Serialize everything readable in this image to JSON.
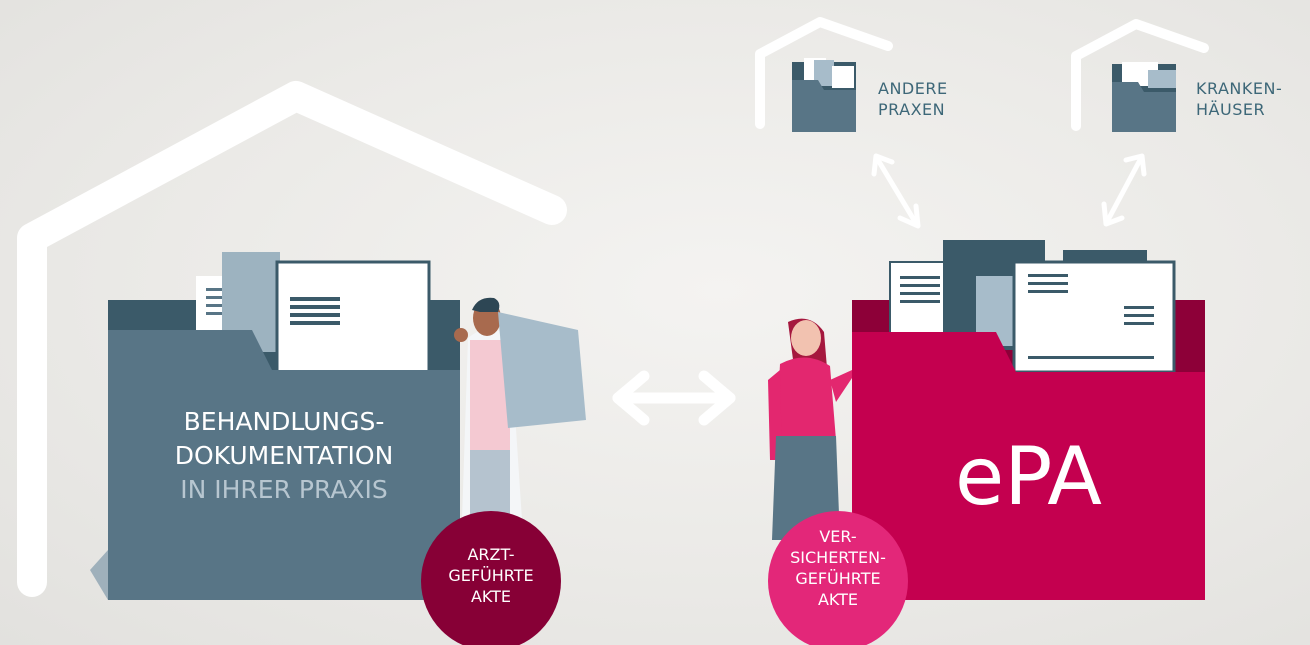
{
  "left_folder": {
    "line1": "BEHANDLUNGS-",
    "line2": "DOKUMENTATION",
    "line3": "IN IHRER PRAXIS"
  },
  "left_badge": {
    "line1": "ARZT-",
    "line2": "GEFÜHRTE",
    "line3": "AKTE"
  },
  "right_folder": {
    "label": "ePA"
  },
  "right_badge": {
    "line1": "VER-",
    "line2": "SICHERTEN-",
    "line3": "GEFÜHRTE",
    "line4": "AKTE"
  },
  "other_practices": {
    "line1": "ANDERE",
    "line2": "PRAXEN"
  },
  "hospitals": {
    "line1": "KRANKEN-",
    "line2": "HÄUSER"
  },
  "colors": {
    "practice_folder": "#587586",
    "practice_folder_dark": "#3d5c6c",
    "epa_folder": "#c4004f",
    "epa_folder_dark": "#8d0038",
    "doctor_badge": "#870036",
    "patient_badge": "#e32779",
    "label_text": "#3d6778"
  }
}
